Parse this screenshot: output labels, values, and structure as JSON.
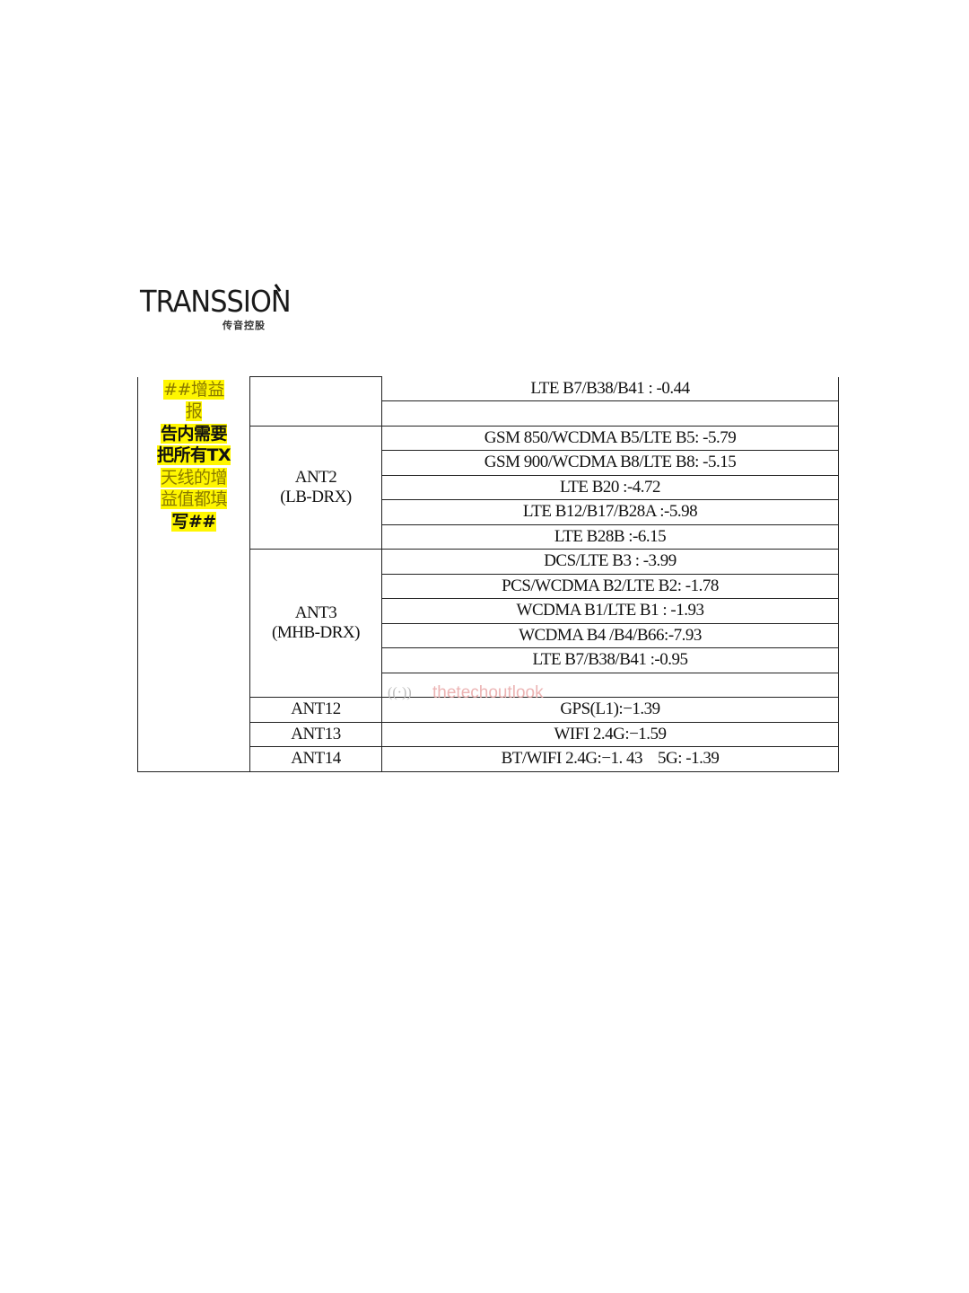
{
  "logo": {
    "name": "TRANSSION",
    "subtitle": "传音控股"
  },
  "note": [
    "##增益报",
    "告内需要",
    "把所有TX",
    "天线的增",
    "益值都填",
    "写##"
  ],
  "watermark": "thetechoutlook",
  "groups": {
    "ant2": [
      "ANT2",
      "(LB-DRX)"
    ],
    "ant3": [
      "ANT3",
      "(MHB-DRX)"
    ],
    "ant12": "ANT12",
    "ant13": "ANT13",
    "ant14": "ANT14"
  },
  "rows": [
    "LTE B7/B38/B41 : -0.44",
    "",
    "GSM 850/WCDMA B5/LTE B5: -5.79",
    "GSM 900/WCDMA B8/LTE B8: -5.15",
    "LTE B20 :-4.72",
    "LTE B12/B17/B28A :-5.98",
    "LTE B28B :-6.15",
    "DCS/LTE B3 : -3.99",
    "PCS/WCDMA B2/LTE B2: -1.78",
    "WCDMA B1/LTE B1 : -1.93",
    "WCDMA B4 /B4/B66:-7.93",
    "LTE B7/B38/B41 :-0.95",
    "",
    "GPS(L1):−1.39",
    "WIFI 2.4G:−1.59",
    "BT/WIFI 2.4G:−1. 43    5G: -1.39"
  ]
}
